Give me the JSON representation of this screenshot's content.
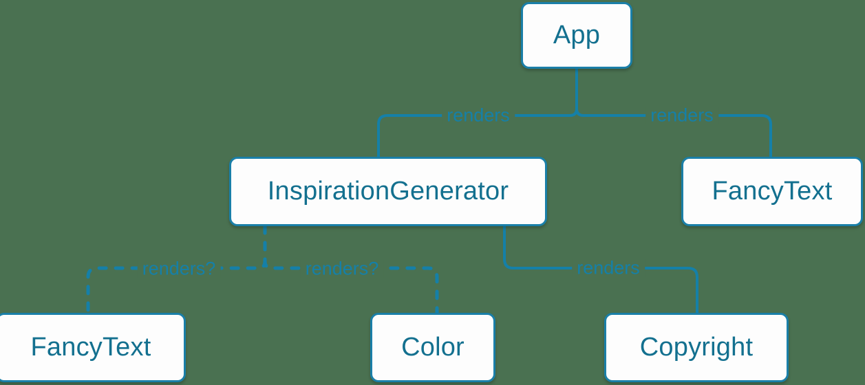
{
  "diagram": {
    "type": "component-tree",
    "background_color": "#4a7151",
    "accent_color": "#1580a8",
    "node_border_color": "#1a7fa8",
    "node_fill_color": "#fdfdfd",
    "text_color": "#13708f",
    "nodes": [
      {
        "id": "app",
        "label": "App"
      },
      {
        "id": "inspiration",
        "label": "InspirationGenerator"
      },
      {
        "id": "fancytext_right",
        "label": "FancyText"
      },
      {
        "id": "fancytext_bottom",
        "label": "FancyText"
      },
      {
        "id": "color",
        "label": "Color"
      },
      {
        "id": "copyright",
        "label": "Copyright"
      }
    ],
    "edges": [
      {
        "id": "app-inspiration",
        "from": "app",
        "to": "inspiration",
        "label": "renders",
        "style": "solid"
      },
      {
        "id": "app-fancytext",
        "from": "app",
        "to": "fancytext_right",
        "label": "renders",
        "style": "solid"
      },
      {
        "id": "insp-fancytext",
        "from": "inspiration",
        "to": "fancytext_bottom",
        "label": "renders?",
        "style": "dashed"
      },
      {
        "id": "insp-color",
        "from": "inspiration",
        "to": "color",
        "label": "renders?",
        "style": "dashed"
      },
      {
        "id": "insp-copyright",
        "from": "inspiration",
        "to": "copyright",
        "label": "renders",
        "style": "solid"
      }
    ]
  }
}
